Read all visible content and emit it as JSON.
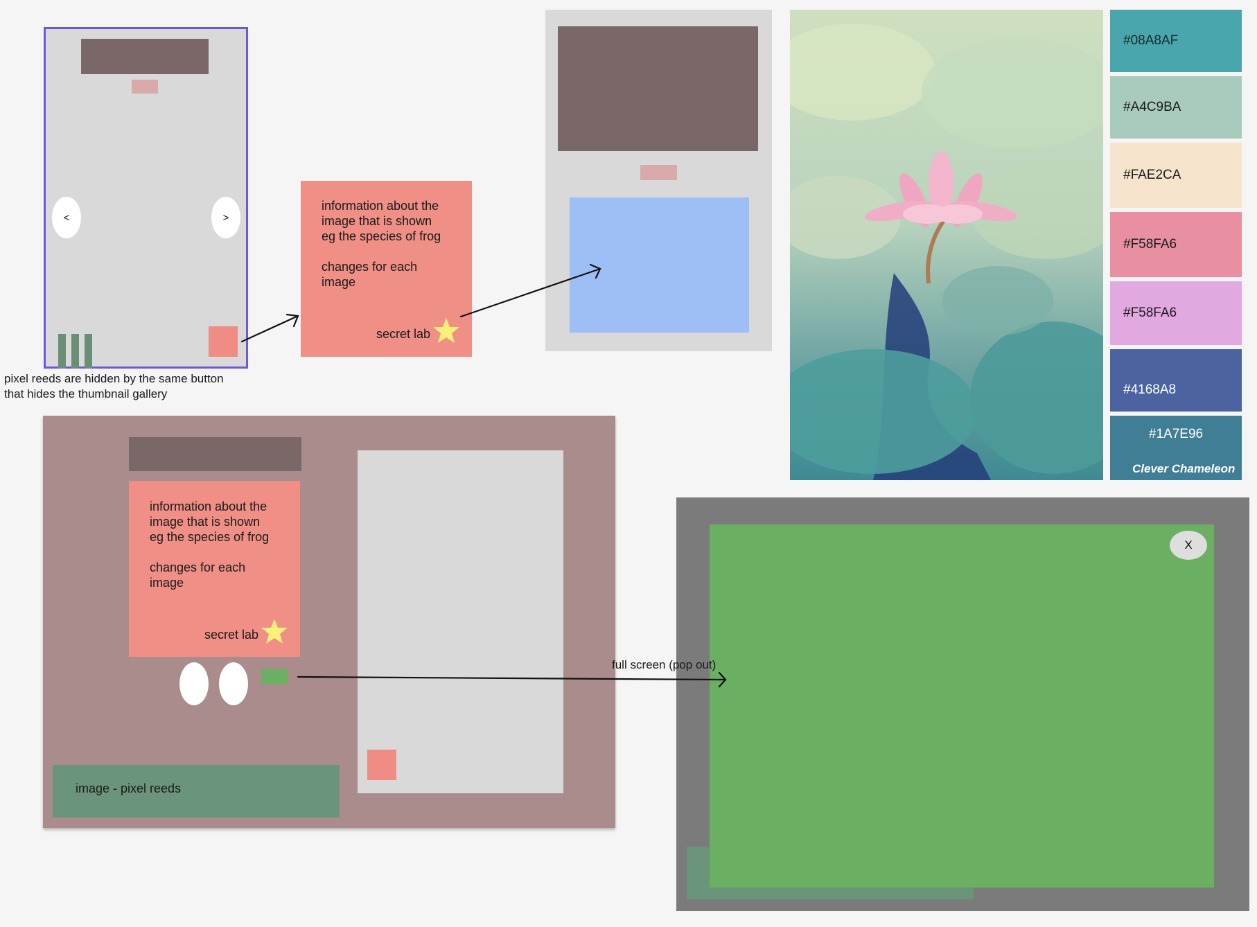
{
  "mobile": {
    "prev_label": "<",
    "next_label": ">",
    "note": "pixel reeds are hidden by the same button\nthat hides the thumbnail gallery"
  },
  "info_panel": {
    "text": "information about the\nimage that is shown\neg the species of frog\n\nchanges for each\nimage",
    "secret_label": "secret lab"
  },
  "palette": {
    "swatches": [
      {
        "label": "#08A8AF",
        "color": "#4aa6ad"
      },
      {
        "label": "#A4C9BA",
        "color": "#a8cbbd"
      },
      {
        "label": "#FAE2CA",
        "color": "#f6e3cc"
      },
      {
        "label": "#F58FA6",
        "color": "#e88fa2"
      },
      {
        "label": "#F58FA6",
        "color": "#e2a8e0"
      },
      {
        "label": "#4168A8",
        "color": "#4b64a1"
      },
      {
        "label": "#1A7E96",
        "color": "#3f7e95"
      }
    ],
    "brand": "Clever Chameleon"
  },
  "desktop": {
    "pixel_reeds_label": "image - pixel reeds"
  },
  "popout": {
    "close_label": "X",
    "fullscreen_label": "full screen (pop out)"
  }
}
